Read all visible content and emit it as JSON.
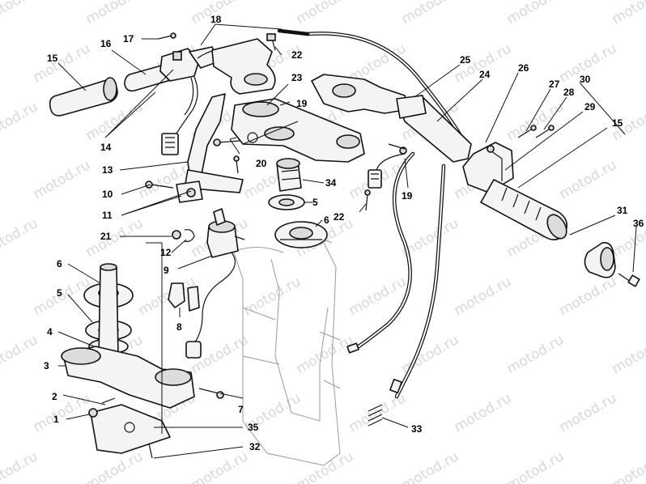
{
  "watermark": {
    "text": "motod.ru",
    "color": "#b9b9b9"
  },
  "callouts": [
    {
      "id": "c1",
      "label": "1"
    },
    {
      "id": "c2",
      "label": "2"
    },
    {
      "id": "c3",
      "label": "3"
    },
    {
      "id": "c4",
      "label": "4"
    },
    {
      "id": "c5a",
      "label": "5"
    },
    {
      "id": "c5b",
      "label": "5"
    },
    {
      "id": "c6a",
      "label": "6"
    },
    {
      "id": "c6b",
      "label": "6"
    },
    {
      "id": "c7",
      "label": "7"
    },
    {
      "id": "c8",
      "label": "8"
    },
    {
      "id": "c9",
      "label": "9"
    },
    {
      "id": "c10",
      "label": "10"
    },
    {
      "id": "c11",
      "label": "11"
    },
    {
      "id": "c12",
      "label": "12"
    },
    {
      "id": "c13",
      "label": "13"
    },
    {
      "id": "c14",
      "label": "14"
    },
    {
      "id": "c15a",
      "label": "15"
    },
    {
      "id": "c15b",
      "label": "15"
    },
    {
      "id": "c16",
      "label": "16"
    },
    {
      "id": "c17",
      "label": "17"
    },
    {
      "id": "c18",
      "label": "18"
    },
    {
      "id": "c19a",
      "label": "19"
    },
    {
      "id": "c19b",
      "label": "19"
    },
    {
      "id": "c20",
      "label": "20"
    },
    {
      "id": "c21",
      "label": "21"
    },
    {
      "id": "c22a",
      "label": "22"
    },
    {
      "id": "c22b",
      "label": "22"
    },
    {
      "id": "c23",
      "label": "23"
    },
    {
      "id": "c24",
      "label": "24"
    },
    {
      "id": "c25",
      "label": "25"
    },
    {
      "id": "c26",
      "label": "26"
    },
    {
      "id": "c27",
      "label": "27"
    },
    {
      "id": "c28",
      "label": "28"
    },
    {
      "id": "c29",
      "label": "29"
    },
    {
      "id": "c30",
      "label": "30"
    },
    {
      "id": "c31",
      "label": "31"
    },
    {
      "id": "c32",
      "label": "32"
    },
    {
      "id": "c33",
      "label": "33"
    },
    {
      "id": "c34",
      "label": "34"
    },
    {
      "id": "c35",
      "label": "35"
    },
    {
      "id": "c36",
      "label": "36"
    }
  ]
}
